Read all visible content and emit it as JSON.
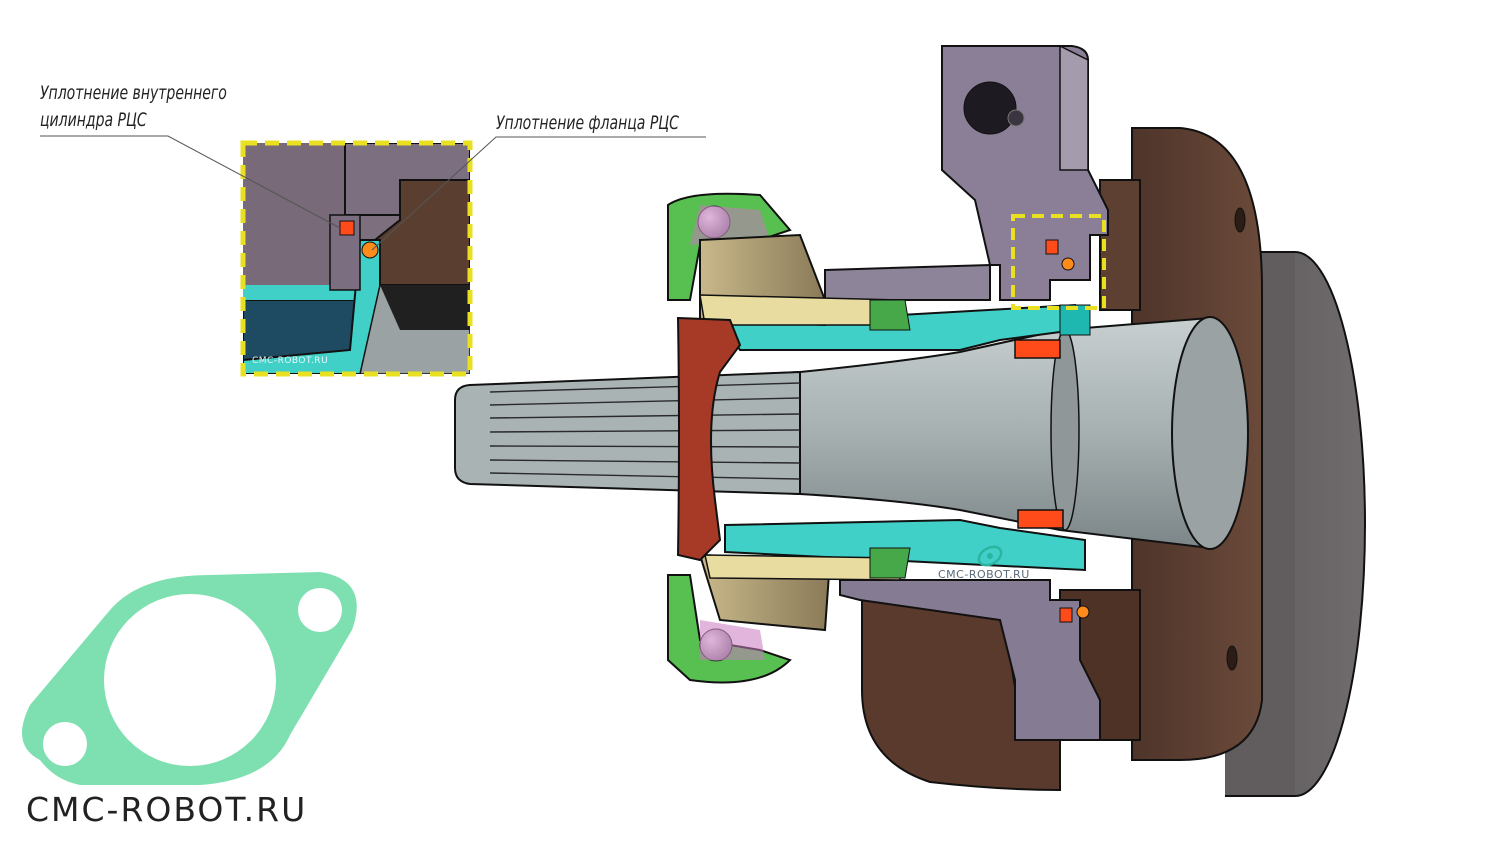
{
  "labels": {
    "inner_cylinder_seal_line1": "Уплотнение внутреннего",
    "inner_cylinder_seal_line2": "цилиндра РЦС",
    "flange_seal": "Уплотнение фланца РЦС"
  },
  "watermarks": {
    "inset": "CMC-ROBOT.RU",
    "main": "CMC-ROBOT.RU"
  },
  "logo": {
    "text": "CMC-ROBOT.RU",
    "color": "#7ee0b0"
  },
  "colors": {
    "highlight_frame": "#e8e020",
    "seal": "#ff4a1a",
    "seal_dot": "#ff8c1a",
    "housing": "#8a7f96",
    "flange_body": "#5a3e30",
    "shaft": "#a9b2b3",
    "inner_cylinder": "#40d0c8",
    "bearing": "#58c050",
    "bearing_inner": "#d8c898"
  }
}
